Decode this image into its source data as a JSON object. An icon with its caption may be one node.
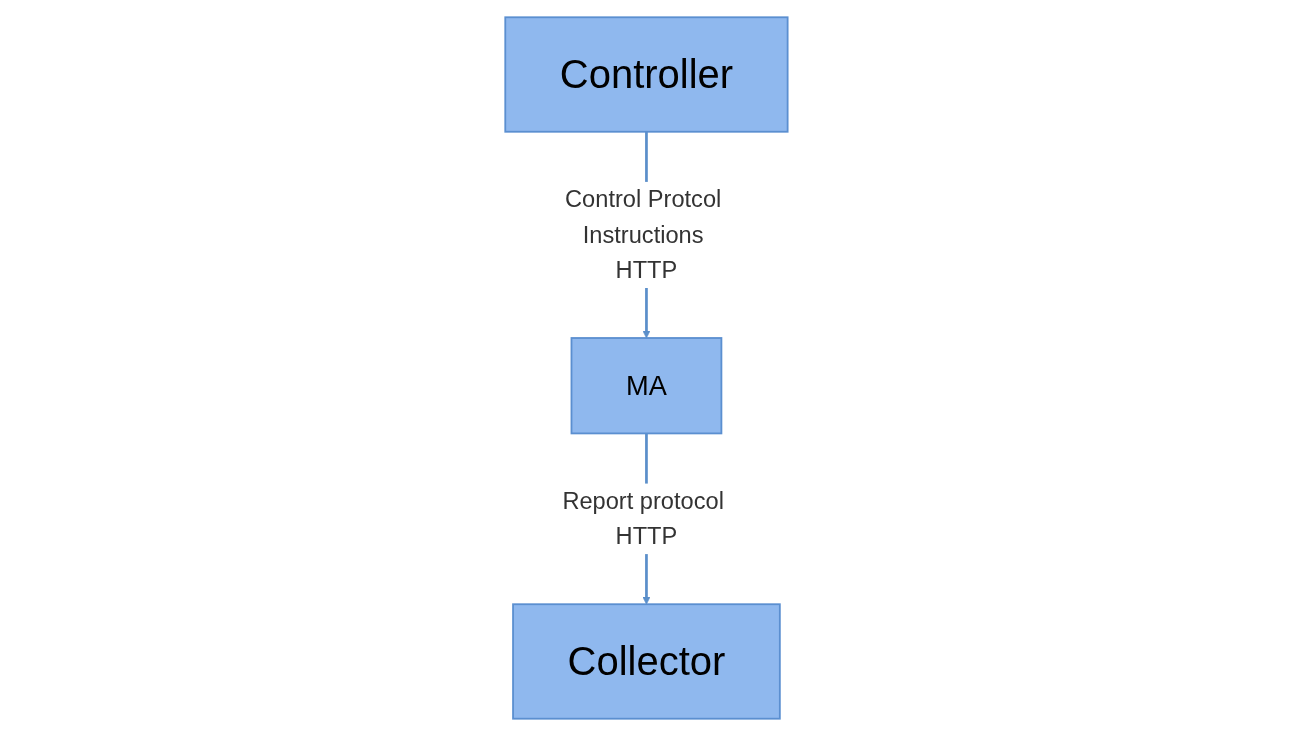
{
  "diagram": {
    "nodes": [
      {
        "text": [
          "Controller"
        ]
      },
      {
        "text": [
          "Collector"
        ]
      },
      {
        "text": [
          "MA"
        ]
      }
    ],
    "edges": [
      {
        "from": 0,
        "to": 2,
        "arrow": "to",
        "label": "Control Protcol Instructions HTTP"
      },
      {
        "from": 2,
        "to": 1,
        "arrow": "to",
        "label": "Report protocol HTTP"
      }
    ]
  }
}
